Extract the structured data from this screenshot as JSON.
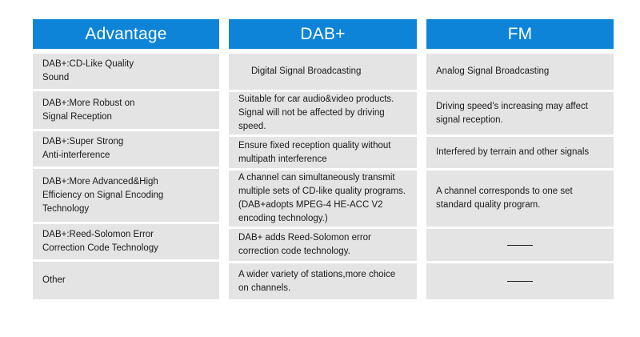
{
  "table": {
    "columns": [
      {
        "key": "advantage",
        "header": "Advantage",
        "cells": [
          {
            "lines": [
              "DAB+:CD-Like Quality",
              "Sound"
            ]
          },
          {
            "lines": [
              "DAB+:More Robust on",
              "Signal Reception"
            ]
          },
          {
            "lines": [
              "DAB+:Super Strong",
              "Anti-interference"
            ]
          },
          {
            "lines": [
              "DAB+:More Advanced&High",
              "Efficiency on Signal Encoding",
              "Technology"
            ]
          },
          {
            "lines": [
              "DAB+:Reed-Solomon Error",
              "Correction Code Technology"
            ]
          },
          {
            "lines": [
              "Other"
            ]
          }
        ]
      },
      {
        "key": "dab_plus",
        "header": "DAB+",
        "cells": [
          {
            "lines": [
              "Digital Signal Broadcasting"
            ]
          },
          {
            "lines": [
              "Suitable for car audio&video products.",
              "Signal will not be affected by driving",
              "speed."
            ]
          },
          {
            "lines": [
              "Ensure fixed reception quality without",
              "multipath interference"
            ]
          },
          {
            "lines": [
              "A channel can simultaneously transmit",
              "multiple sets of CD-like quality programs.",
              "(DAB+adopts MPEG-4 HE-ACC V2",
              "encoding technology.)"
            ]
          },
          {
            "lines": [
              "DAB+ adds Reed-Solomon error",
              "correction code technology."
            ]
          },
          {
            "lines": [
              "A wider variety of stations,more choice",
              "on channels."
            ]
          }
        ]
      },
      {
        "key": "fm",
        "header": "FM",
        "cells": [
          {
            "lines": [
              "Analog Signal Broadcasting"
            ]
          },
          {
            "lines": [
              "Driving speed's increasing may affect",
              "signal reception."
            ]
          },
          {
            "lines": [
              "Interfered by terrain and other signals"
            ]
          },
          {
            "lines": [
              "A channel corresponds to one set",
              "standard quality program."
            ]
          },
          {
            "lines": [],
            "dash": true
          },
          {
            "lines": [],
            "dash": true
          }
        ]
      }
    ]
  },
  "colors": {
    "header_blue": "#0d84d8",
    "cell_gray": "#e4e4e4",
    "text": "#1a1a1a",
    "page_background": "#ffffff"
  }
}
